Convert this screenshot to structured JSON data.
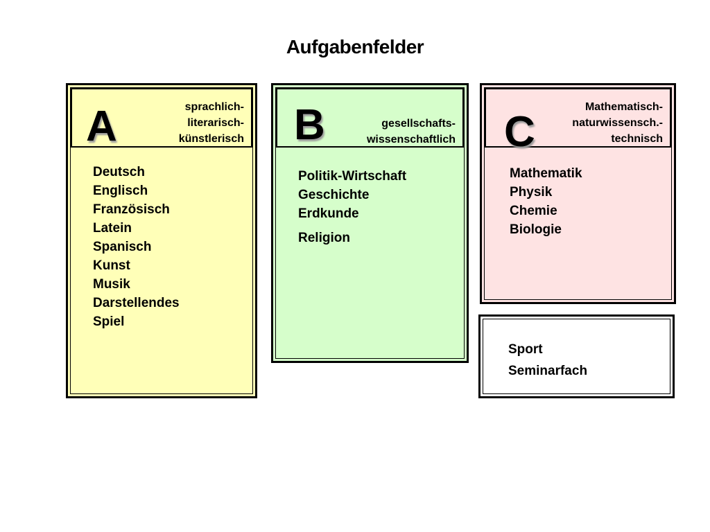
{
  "title": "Aufgabenfelder",
  "fields": [
    {
      "letter": "A",
      "description": [
        "sprachlich-",
        "literarisch-",
        "künstlerisch"
      ],
      "subjects": [
        "Deutsch",
        "Englisch",
        "Französisch",
        "Latein",
        "Spanisch",
        "Kunst",
        "Musik",
        "Darstellendes",
        "Spiel"
      ],
      "color": "#ffffb8"
    },
    {
      "letter": "B",
      "description": [
        "gesellschafts-",
        "wissenschaftlich"
      ],
      "subjects": [
        "Politik-Wirtschaft",
        "Geschichte",
        "Erdkunde",
        "Religion"
      ],
      "color": "#d6fecb"
    },
    {
      "letter": "C",
      "description": [
        "Mathematisch-",
        "naturwissensch.-",
        "technisch"
      ],
      "subjects": [
        "Mathematik",
        "Physik",
        "Chemie",
        "Biologie"
      ],
      "color": "#fee3e3"
    }
  ],
  "other": {
    "subjects": [
      "Sport",
      "Seminarfach"
    ]
  }
}
